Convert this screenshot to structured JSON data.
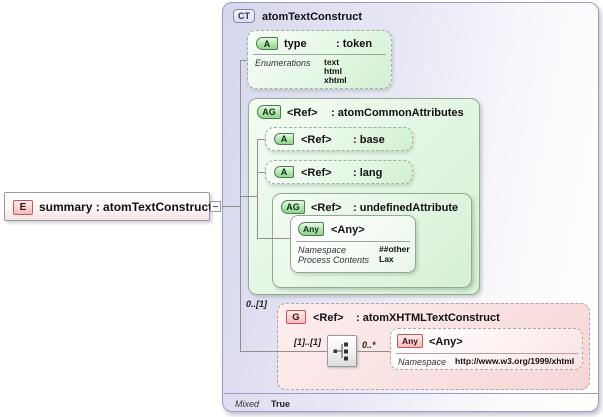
{
  "element": {
    "badge": "E",
    "label": "summary : atomTextConstruct"
  },
  "container": {
    "badge": "CT",
    "title": "atomTextConstruct",
    "footer_label": "Mixed",
    "footer_value": "True"
  },
  "type_attribute": {
    "badge": "A",
    "name": "type",
    "type": ": token",
    "enumerations_label": "Enumerations",
    "enum_values": [
      "text",
      "html",
      "xhtml"
    ]
  },
  "common_attributes": {
    "badge": "AG",
    "name": "<Ref>",
    "type": ": atomCommonAttributes",
    "base": {
      "badge": "A",
      "name": "<Ref>",
      "type": ": base"
    },
    "lang": {
      "badge": "A",
      "name": "<Ref>",
      "type": ": lang"
    },
    "undefined_attribute": {
      "badge": "AG",
      "name": "<Ref>",
      "type": ": undefinedAttribute",
      "any": {
        "badge": "Any",
        "name": "<Any>",
        "namespace_label": "Namespace",
        "namespace_value": "##other",
        "process_label": "Process Contents",
        "process_value": "Lax"
      }
    }
  },
  "xhtml_group": {
    "badge": "G",
    "name": "<Ref>",
    "type": ": atomXHTMLTextConstruct",
    "occurrence": "0..[1]",
    "compositor_occurrence": "[1]..[1]",
    "any_occurrence": "0..*",
    "any": {
      "badge": "Any",
      "name": "<Any>",
      "namespace_label": "Namespace",
      "namespace_value": "http://www.w3.org/1999/xhtml"
    }
  },
  "icons": {
    "collapse_handle": "minus-box",
    "compositor": "sequence-dots"
  },
  "colors": {
    "container_fill": "#dcdcf0",
    "container_border": "#9c9cc4",
    "green_fill": "#dcf3dc",
    "green_border": "#94a894",
    "pink_fill": "#f8dada",
    "badge_green": "#9ed89e",
    "badge_red_border": "#c25a5a",
    "connector": "#8f8f8f"
  }
}
